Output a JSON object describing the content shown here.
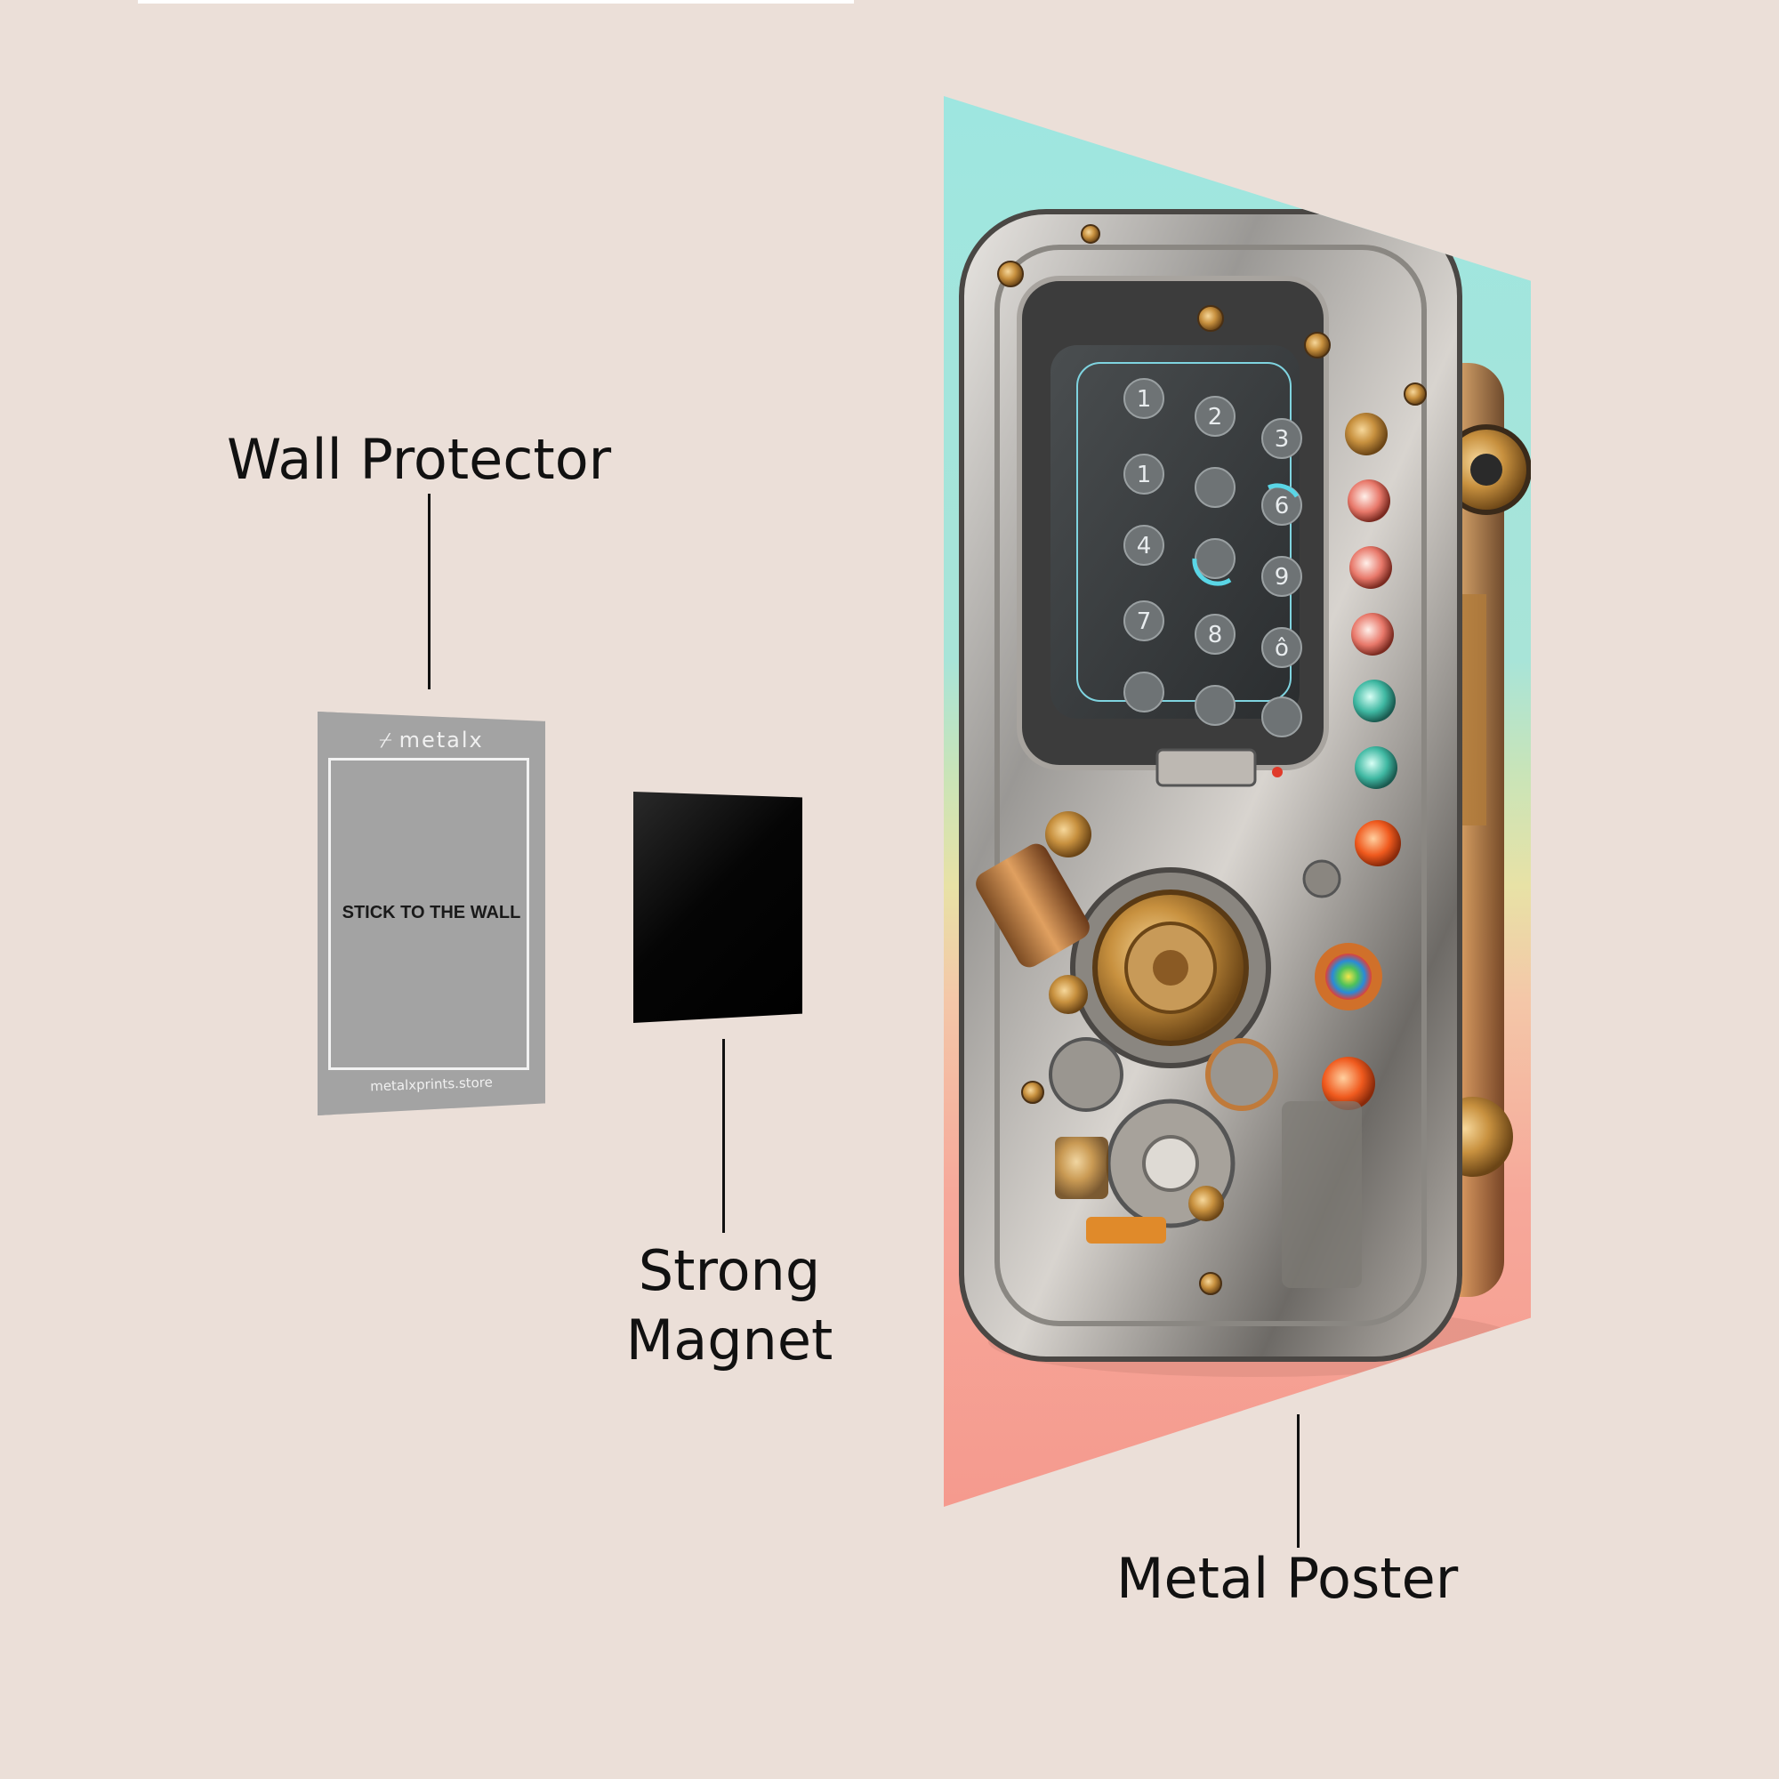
{
  "labels": {
    "wall_protector": "Wall Protector",
    "strong_magnet_line1": "Strong",
    "strong_magnet_line2": "Magnet",
    "metal_poster": "Metal Poster"
  },
  "protector": {
    "brand": "metalx",
    "instruction": "STICK TO THE WALL",
    "website": "metalxprints.store"
  },
  "keypad": [
    "1",
    "2",
    "3",
    "1",
    "",
    "6",
    "4",
    "",
    "9",
    "7",
    "8",
    "ô"
  ],
  "colors": {
    "background": "#ebdfd8",
    "protector": "#a3a3a3",
    "magnet": "#000000",
    "poster_top": "#9ee6e0",
    "poster_bottom": "#f59a8e"
  }
}
